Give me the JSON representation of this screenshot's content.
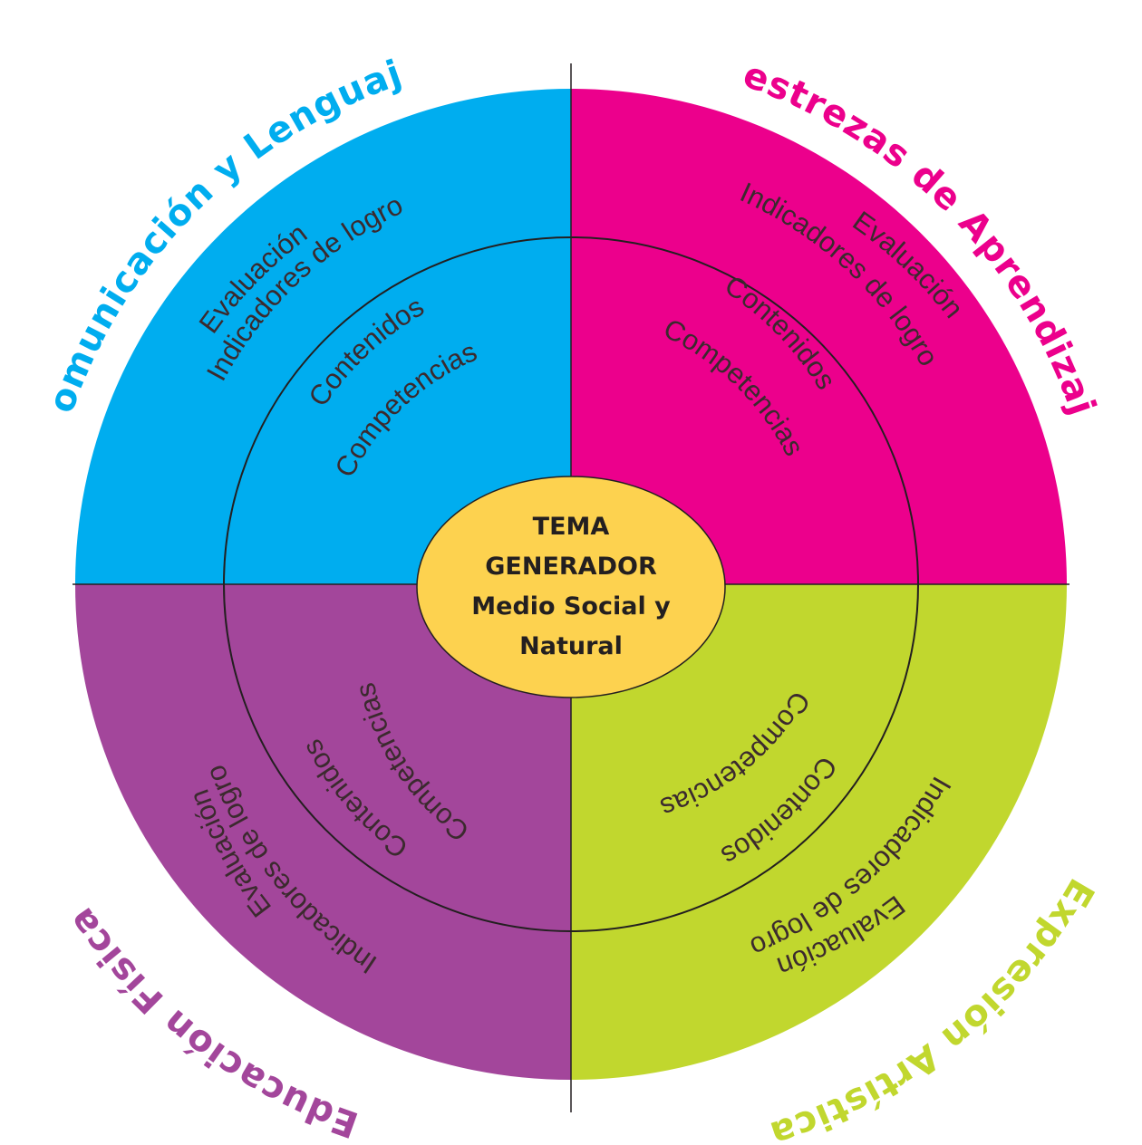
{
  "center": {
    "line1": "TEMA",
    "line2": "GENERADOR",
    "line3": "Medio Social y",
    "line4": "Natural"
  },
  "quadrants": {
    "top_left": {
      "title": "Comunicación y Lenguaje",
      "color": "#00adef",
      "evaluacion": "Evaluación",
      "indicadores": "Indicadores de logro",
      "contenidos": "Contenidos",
      "competencias": "Competencias"
    },
    "top_right": {
      "title": "Destrezas de Aprendizaje",
      "color": "#ec008c",
      "evaluacion": "Evaluación",
      "indicadores": "Indicadores de logro",
      "contenidos": "Contenidos",
      "competencias": "Competencias"
    },
    "bottom_left": {
      "title": "Educación Física",
      "color": "#a3469b",
      "evaluacion": "Evaluación",
      "indicadores": "Indicadores de logro",
      "contenidos": "Contenidos",
      "competencias": "Competencias"
    },
    "bottom_right": {
      "title": "Expresión Artística",
      "color": "#c1d72e",
      "evaluacion": "Evaluación",
      "indicadores": "Indicadores de logro",
      "contenidos": "Contenidos",
      "competencias": "Competencias"
    }
  },
  "center_color": "#fdd24f"
}
